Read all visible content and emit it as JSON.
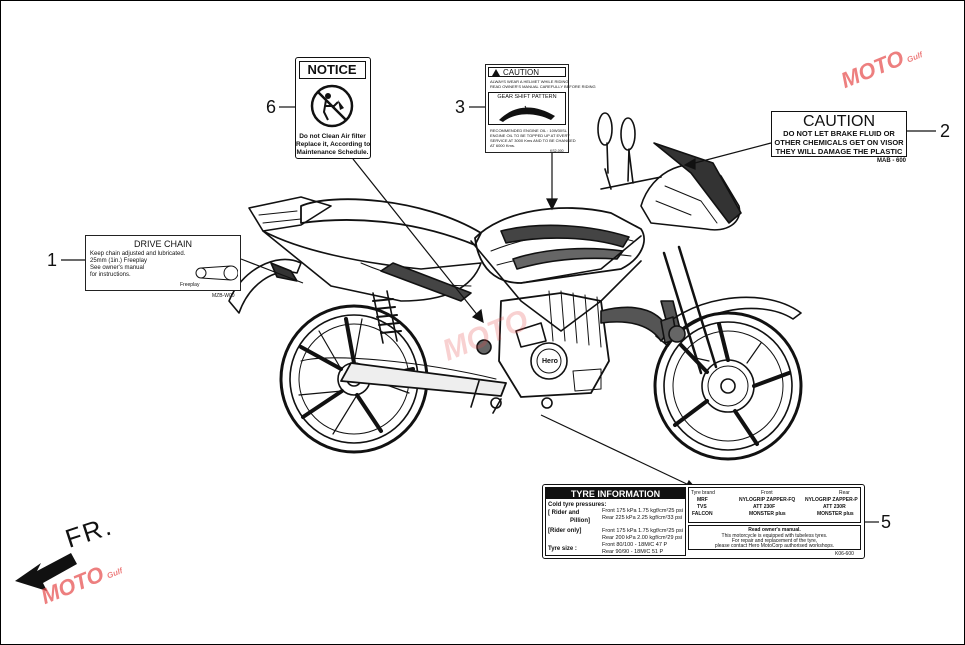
{
  "callouts": {
    "c1": "1",
    "c2": "2",
    "c3": "3",
    "c5": "5",
    "c6": "6"
  },
  "front_marker": "FR.",
  "watermark": {
    "text": "MOTO",
    "sub": "Gulf"
  },
  "labels": {
    "drive_chain": {
      "title": "DRIVE CHAIN",
      "lines": [
        "Keep chain adjusted and lubricated.",
        "25mm (1in.) Freeplay",
        "See owner's manual",
        "for instructions."
      ],
      "freeplay": "Freeplay",
      "code": "MZB-W00"
    },
    "caution_visor": {
      "title": "CAUTION",
      "lines": [
        "DO NOT LET BRAKE FLUID OR",
        "OTHER CHEMICALS GET ON VISOR",
        "THEY WILL DAMAGE THE PLASTIC"
      ],
      "code": "MAB - 600"
    },
    "caution_gear": {
      "title": "CAUTION",
      "lines": [
        "ALWAYS WEAR A HELMET WHILE RIDING",
        "READ OWNER'S MANUAL CAREFULLY BEFORE RIDING"
      ],
      "gear_title": "GEAR SHIFT PATTERN",
      "oil_lines": [
        "RECOMMENDED ENGINE OIL : 10W30SL",
        "ENGINE OIL TO BE TOPPED UP AT EVERY",
        "SERVICE AT 3000 Kms AND TO BE CHANGED",
        "AT 6000 Kms."
      ],
      "code": "KS2-000"
    },
    "notice": {
      "title": "NOTICE",
      "lines": [
        "Do not Clean Air filter",
        "Replace it, According to",
        "Maintenance Schedule."
      ]
    },
    "tyre": {
      "title": "TYRE INFORMATION",
      "cold": "Cold tyre pressures:",
      "rider_pillion_a": "[ Rider and",
      "rider_pillion_b": "Pillion]",
      "rp_front": "Front 175 kPa 1.75 kgf/cm²25 psi",
      "rp_rear": "Rear 225 kPa 2.25 kgf/cm²33 psi",
      "rider_only": "[Rider only]",
      "ro_front": "Front 175 kPa 1.75 kgf/cm²25 psi",
      "ro_rear": "Rear 200 kPa 2.00 kgf/cm²29 psi",
      "tyre_size": "Tyre size :",
      "size_front": "Front 80/100 - 18M/C 47 P",
      "size_rear": "Rear 90/90 - 18M/C 51 P",
      "brand_headers": [
        "Tyre brand",
        "Front",
        "Rear"
      ],
      "brands": [
        [
          "MRF",
          "NYLOGRIP ZAPPER-FQ",
          "NYLOGRIP ZAPPER-P"
        ],
        [
          "TVS",
          "ATT 230F",
          "ATT 230R"
        ],
        [
          "FALCON",
          "MONSTER plus",
          "MONSTER plus"
        ]
      ],
      "notes": [
        "Read owner's manual.",
        "This motorcycle is equipped with tubeless tyres.",
        "For repair and replacement of the tyre,",
        "please contact Hero MotoCorp authorised workshops."
      ],
      "code": "K06-600"
    }
  },
  "badges": {
    "hero": "Hero"
  }
}
